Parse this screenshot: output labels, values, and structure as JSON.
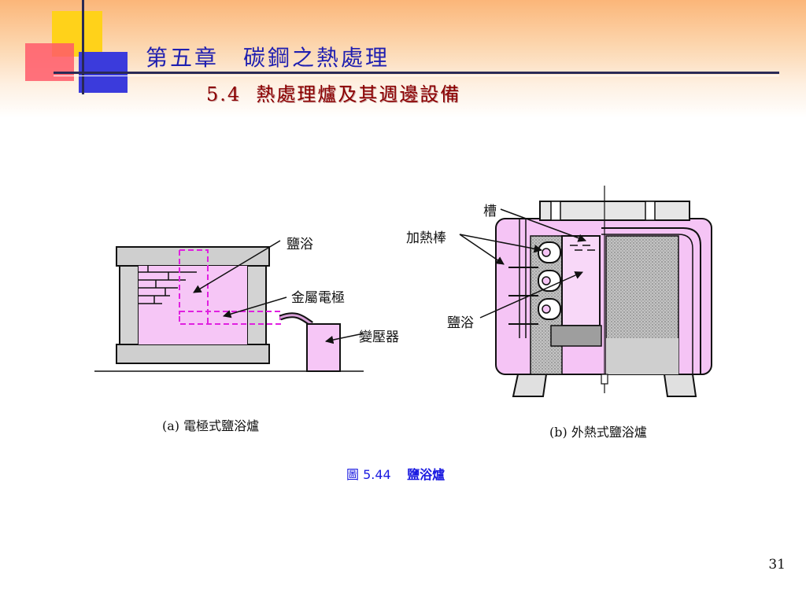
{
  "slide": {
    "title": "第五章　碳鋼之熱處理",
    "subtitle": "5.4  熱處理爐及其週邊設備",
    "page_number": "31"
  },
  "figure": {
    "number_label": "圖 5.44",
    "name": "鹽浴爐",
    "panel_a": {
      "caption": "(a) 電極式鹽浴爐",
      "labels": {
        "salt_bath": "鹽浴",
        "metal_electrode": "金屬電極",
        "transformer": "變壓器"
      }
    },
    "panel_b": {
      "caption": "(b) 外熱式鹽浴爐",
      "labels": {
        "tank": "槽",
        "heating_rod": "加熱棒",
        "salt_bath": "鹽浴"
      }
    }
  },
  "colors": {
    "header_gradient": "#fbb679",
    "title_blue": "#1f1fb0",
    "subtitle_red": "#8b0000",
    "bath_pink": "#f5c0f5",
    "wall_gray": "#c8c8c8",
    "electrode_magenta": "#e020e0",
    "caption_blue": "#1a1ae0"
  }
}
